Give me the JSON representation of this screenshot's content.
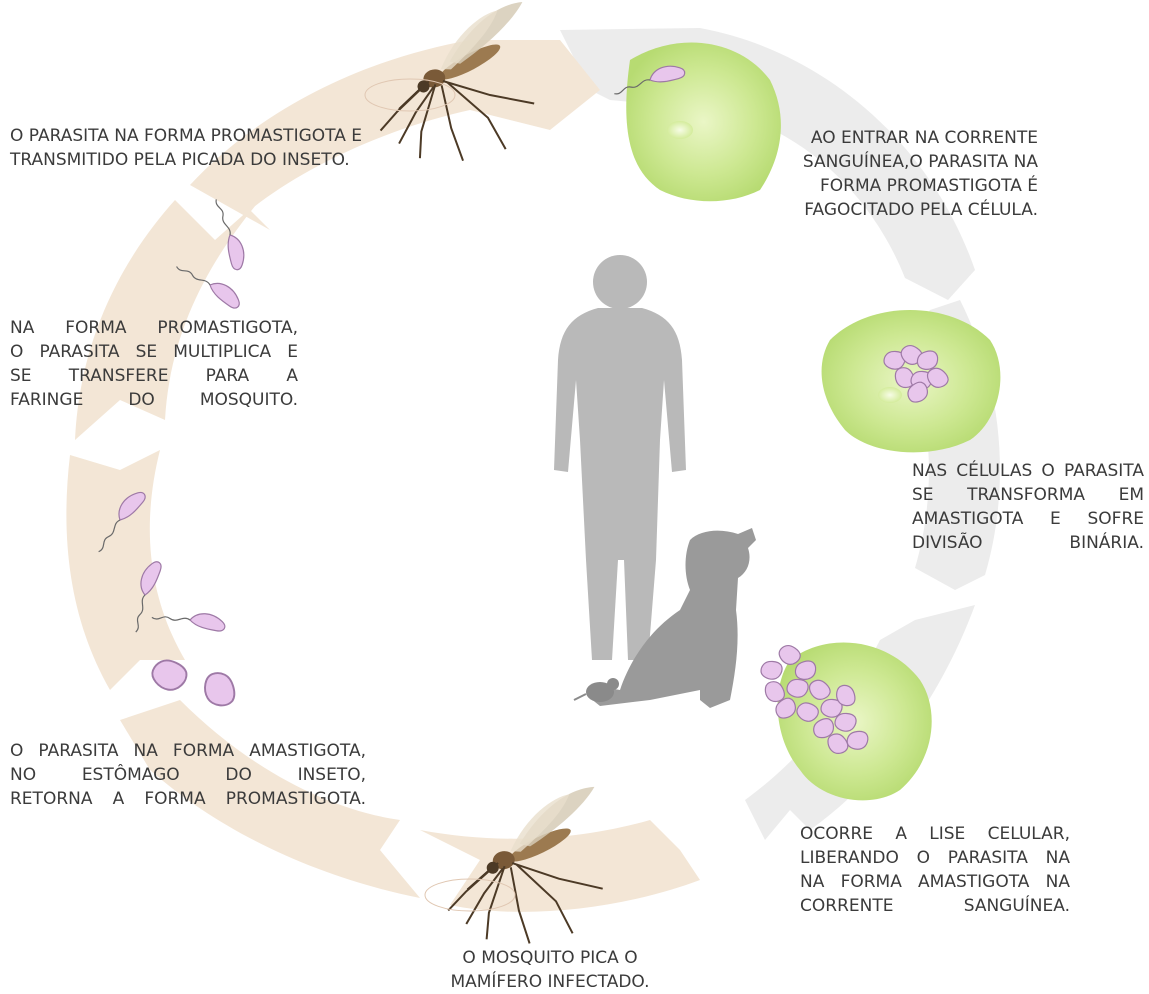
{
  "colors": {
    "insect_ring": "#f3e6d6",
    "host_ring": "#ececec",
    "cell_green": "#c9e58f",
    "cell_green_light": "#e3f2b9",
    "parasite_pink": "#e8c6ec",
    "parasite_outline": "#9e79a6",
    "silhouette_human": "#b9b9b9",
    "silhouette_dog": "#9a9a9a",
    "text": "#3b3b3b"
  },
  "icons": [
    "mosquito",
    "infected-cell",
    "promastigote",
    "amastigote",
    "human-silhouette",
    "dog-silhouette",
    "rodent-silhouette"
  ],
  "steps": [
    {
      "id": "bite",
      "lines": [
        "O PARASITA NA FORMA PROMASTIGOTA E",
        "TRANSMITIDO PELA PICADA DO INSETO."
      ]
    },
    {
      "id": "phagocytosis",
      "lines": [
        "AO ENTRAR NA CORRENTE",
        "SANGUÍNEA,O PARASITA NA",
        "FORMA PROMASTIGOTA É",
        "FAGOCITADO PELA CÉLULA."
      ]
    },
    {
      "id": "binary-division",
      "lines": [
        "NAS CÉLULAS O PARASITA",
        "SE TRANSFORMA EM",
        "AMASTIGOTA E SOFRE",
        "DIVISÃO BINÁRIA."
      ]
    },
    {
      "id": "lysis",
      "lines": [
        "OCORRE A LISE CELULAR,",
        "LIBERANDO O PARASITA NA",
        "NA FORMA AMASTIGOTA NA",
        "CORRENTE SANGUÍNEA."
      ]
    },
    {
      "id": "mosquito-feeds",
      "lines": [
        "O MOSQUITO PICA O",
        "MAMÍFERO INFECTADO."
      ]
    },
    {
      "id": "stomach",
      "lines": [
        "O PARASITA NA FORMA AMASTIGOTA,",
        "NO ESTÔMAGO DO INSETO,",
        "RETORNA A FORMA PROMASTIGOTA."
      ]
    },
    {
      "id": "multiplication",
      "lines": [
        "NA FORMA PROMASTIGOTA,",
        "O PARASITA SE MULTIPLICA E",
        "SE TRANSFERE PARA A",
        "FARINGE DO MOSQUITO."
      ]
    }
  ]
}
